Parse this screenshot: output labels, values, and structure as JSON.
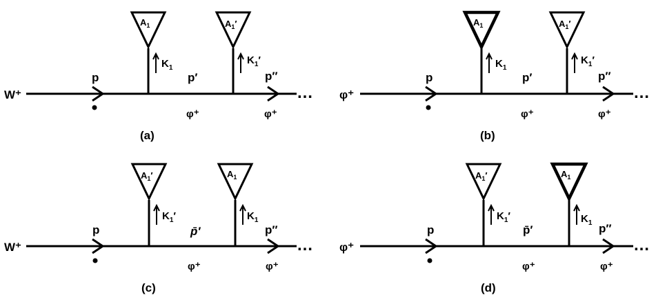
{
  "panels": [
    {
      "id": "a",
      "caption": "(a)",
      "source": "W⁺",
      "p": "p",
      "p1": "p′",
      "p2": "p″",
      "phi1": "φ⁺",
      "phi2": "φ⁺",
      "v1": {
        "name": "A",
        "sub": "1",
        "prime": "",
        "k": "K",
        "ksub": "1",
        "kprime": ""
      },
      "v2": {
        "name": "A",
        "sub": "1",
        "prime": "′",
        "k": "K",
        "ksub": "1",
        "kprime": "′"
      },
      "dots": "…"
    },
    {
      "id": "b",
      "caption": "(b)",
      "source": "φ⁺",
      "p": "p",
      "p1": "p′",
      "p2": "p″",
      "phi1": "φ⁺",
      "phi2": "φ⁺",
      "v1": {
        "name": "A",
        "sub": "1",
        "prime": "",
        "k": "K",
        "ksub": "1",
        "kprime": ""
      },
      "v2": {
        "name": "A",
        "sub": "1",
        "prime": "′",
        "k": "K",
        "ksub": "1",
        "kprime": "′"
      },
      "dots": "…"
    },
    {
      "id": "c",
      "caption": "(c)",
      "source": "W⁺",
      "p": "p",
      "p1": "p̄′",
      "p2": "p″",
      "phi1": "φ⁺",
      "phi2": "φ⁺",
      "v1": {
        "name": "A",
        "sub": "1",
        "prime": "′",
        "k": "K",
        "ksub": "1",
        "kprime": "′"
      },
      "v2": {
        "name": "A",
        "sub": "1",
        "prime": "",
        "k": "K",
        "ksub": "1",
        "kprime": ""
      },
      "dots": "…"
    },
    {
      "id": "d",
      "caption": "(d)",
      "source": "φ⁺",
      "p": "p",
      "p1": "p̄′",
      "p2": "p″",
      "phi1": "φ⁺",
      "phi2": "φ⁺",
      "v1": {
        "name": "A",
        "sub": "1",
        "prime": "′",
        "k": "K",
        "ksub": "1",
        "kprime": "′"
      },
      "v2": {
        "name": "A",
        "sub": "1",
        "prime": "",
        "k": "K",
        "ksub": "1",
        "kprime": ""
      },
      "dots": "…"
    }
  ]
}
